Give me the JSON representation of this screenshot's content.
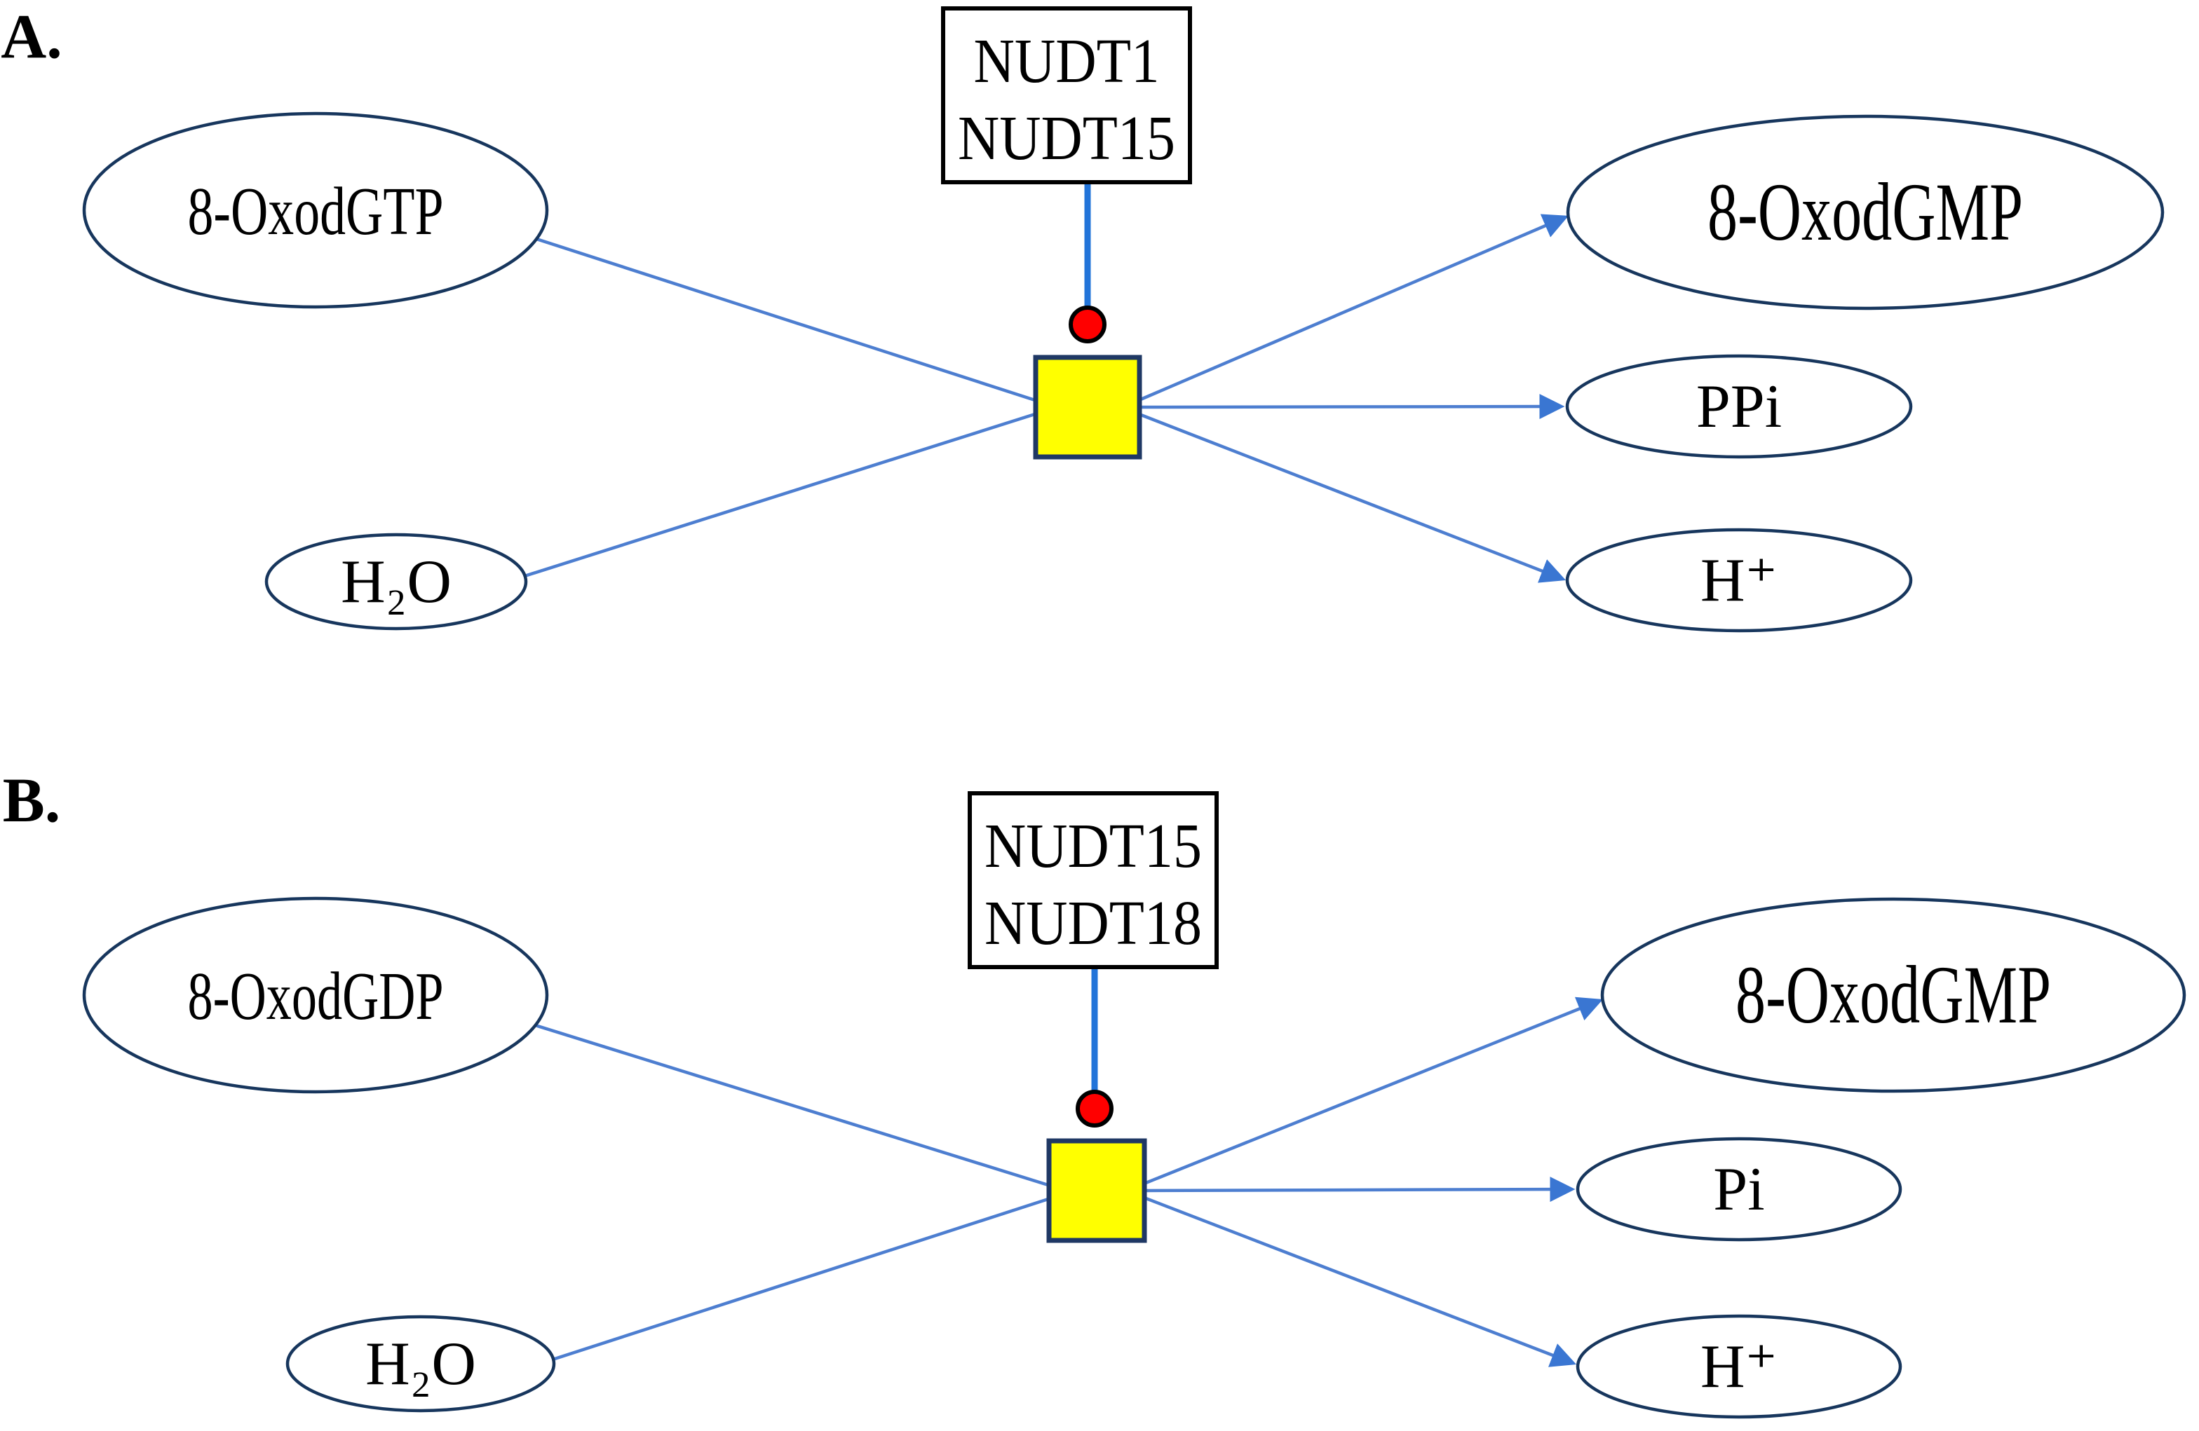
{
  "figure": {
    "panels": [
      {
        "id": "A",
        "label": "A.",
        "enzyme_box": [
          "NUDT1",
          "NUDT15"
        ],
        "substrates": [
          {
            "name": "8-OxodGTP"
          },
          {
            "name": "H₂O"
          }
        ],
        "products": [
          {
            "name": "8-OxodGMP"
          },
          {
            "name": "PPi"
          },
          {
            "name": "H⁺"
          }
        ]
      },
      {
        "id": "B",
        "label": "B.",
        "enzyme_box": [
          "NUDT15",
          "NUDT18"
        ],
        "substrates": [
          {
            "name": "8-OxodGDP"
          },
          {
            "name": "H₂O"
          }
        ],
        "products": [
          {
            "name": "8-OxodGMP"
          },
          {
            "name": "Pi"
          },
          {
            "name": "H⁺"
          }
        ]
      }
    ],
    "colors": {
      "reaction_node": "#FFFF00",
      "regulator_dot": "#FF0000",
      "edge_blue": "#4D7ED0",
      "enzyme_link_blue": "#2274D9",
      "ellipse_stroke": "#17365D",
      "text": "#000000",
      "background": "#FFFFFF"
    }
  }
}
